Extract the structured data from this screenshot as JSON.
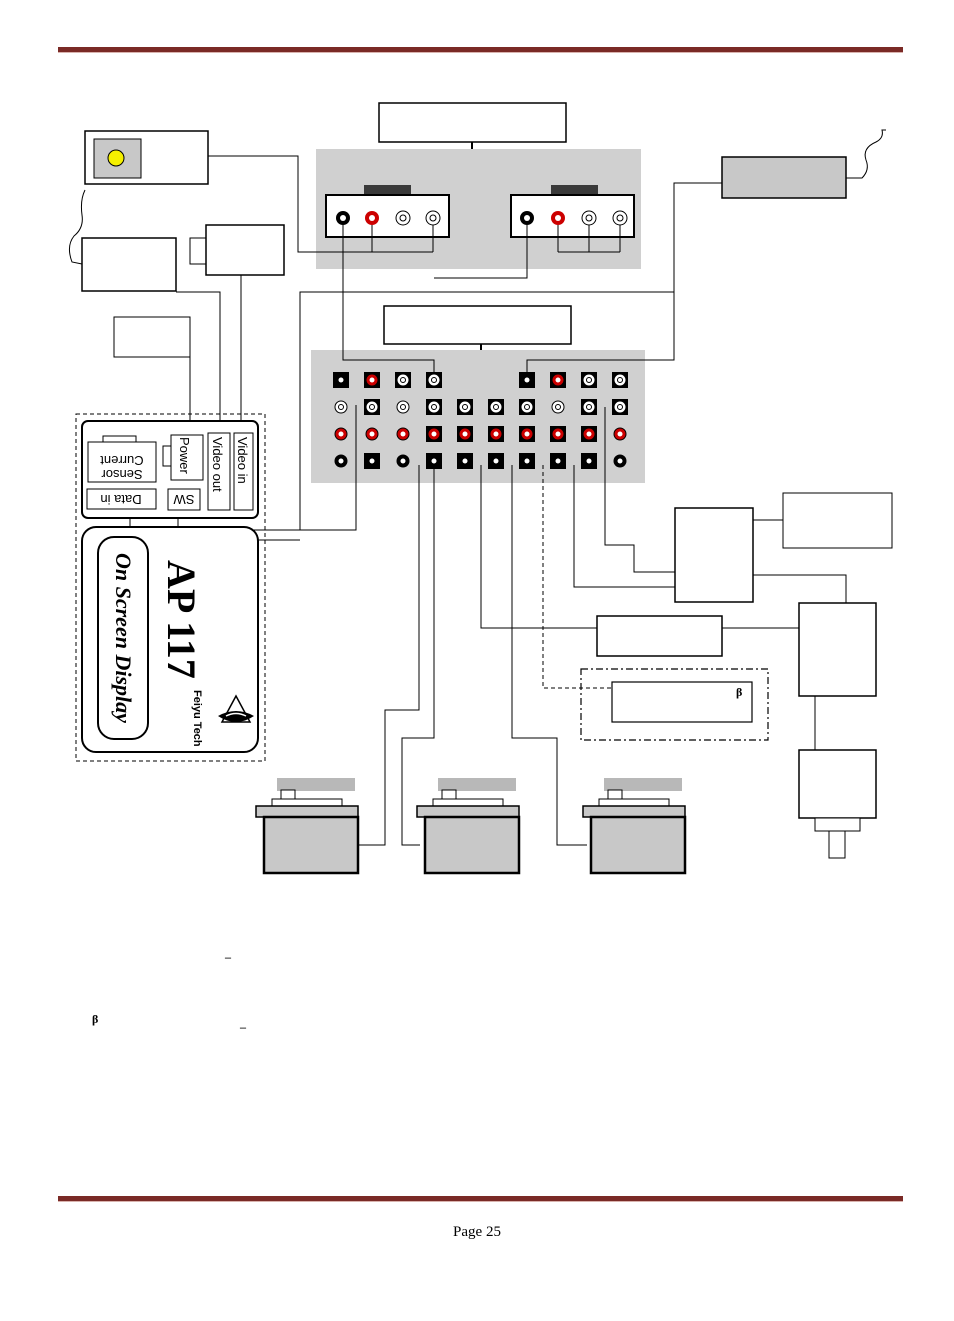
{
  "footer": {
    "page_label": "Page 25"
  },
  "osd_board": {
    "model": "AP 117",
    "subtitle": "On Screen Display",
    "brand": "Feiyu Tech",
    "ports": {
      "video_in": "Video in",
      "video_out": "Video out",
      "power": "Power",
      "current_sensor_line1": "Current",
      "current_sensor_line2": "Sensor",
      "data_in": "Data in",
      "sw": "SW"
    }
  },
  "symbols": {
    "beta": "β",
    "dash": "_"
  },
  "colors": {
    "rule": "#7a2a26",
    "connector_red": "#cc0000",
    "panel_gray": "#d0d0d0",
    "led_yellow": "#f5f000"
  }
}
